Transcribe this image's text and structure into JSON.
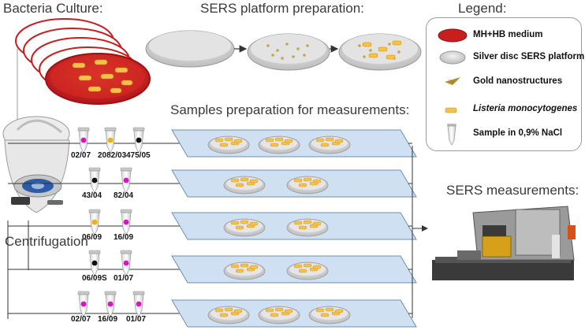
{
  "headings": {
    "bacteria_culture": "Bacteria Culture:",
    "sers_platform_preparation": "SERS platform preparation:",
    "legend": "Legend:",
    "samples_preparation": "Samples preparation for measurements:",
    "sers_measurements": "SERS measurements:",
    "centrifugation": "Centrifugation"
  },
  "legend_items": [
    {
      "label": "MH+HB medium",
      "icon": "agar-plate-icon"
    },
    {
      "label": "Silver disc SERS platform",
      "icon": "silver-disc-icon"
    },
    {
      "label": "Gold nanostructures",
      "icon": "gold-nanostructure-icon"
    },
    {
      "label": "Listeria monocytogenes",
      "icon": "bacteria-icon"
    },
    {
      "label": "Sample in 0,9% NaCl",
      "icon": "tube-icon"
    }
  ],
  "sample_rows": [
    {
      "tubes": [
        {
          "label": "02/07",
          "color": "#e010c8"
        },
        {
          "label": "2082/03",
          "color": "#f0b400"
        },
        {
          "label": "475/05",
          "color": "#111111"
        }
      ],
      "discs": 3
    },
    {
      "tubes": [
        {
          "label": "43/04",
          "color": "#111111"
        },
        {
          "label": "82/04",
          "color": "#e010c8"
        }
      ],
      "discs": 2
    },
    {
      "tubes": [
        {
          "label": "06/09",
          "color": "#f0b400"
        },
        {
          "label": "16/09",
          "color": "#e010c8"
        }
      ],
      "discs": 2
    },
    {
      "tubes": [
        {
          "label": "06/09S",
          "color": "#111111"
        },
        {
          "label": "01/07",
          "color": "#e010c8"
        }
      ],
      "discs": 2
    },
    {
      "tubes": [
        {
          "label": "02/07",
          "color": "#e010c8"
        },
        {
          "label": "16/09",
          "color": "#e010c8"
        },
        {
          "label": "01/07",
          "color": "#e010c8"
        }
      ],
      "discs": 3
    }
  ],
  "colors": {
    "agar_red": "#c81e1e",
    "gold": "#f2c44a",
    "slide_blue": "#cfe0f2",
    "line": "#333333"
  }
}
